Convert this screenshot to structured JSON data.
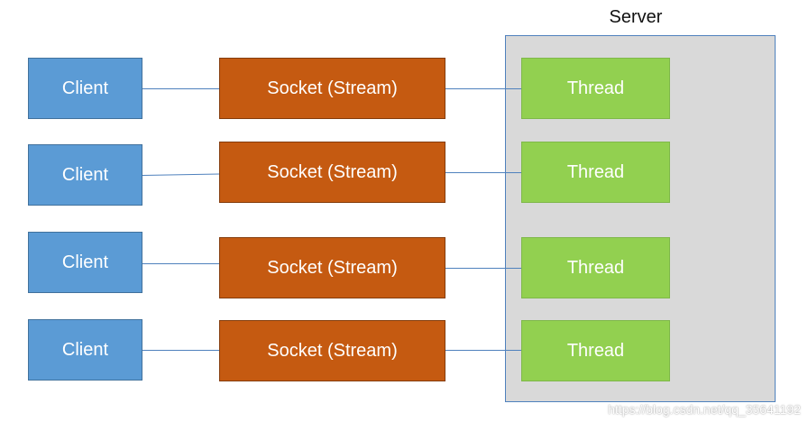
{
  "server": {
    "label": "Server"
  },
  "rows": [
    {
      "client": "Client",
      "socket": "Socket (Stream)",
      "thread": "Thread"
    },
    {
      "client": "Client",
      "socket": "Socket (Stream)",
      "thread": "Thread"
    },
    {
      "client": "Client",
      "socket": "Socket (Stream)",
      "thread": "Thread"
    },
    {
      "client": "Client",
      "socket": "Socket (Stream)",
      "thread": "Thread"
    }
  ],
  "watermark": "https://blog.csdn.net/qq_35641192",
  "colors": {
    "client": "#5b9bd5",
    "socket": "#c55a11",
    "thread": "#92d050",
    "server_bg": "#d9d9d9",
    "connector": "#4f81bd"
  }
}
